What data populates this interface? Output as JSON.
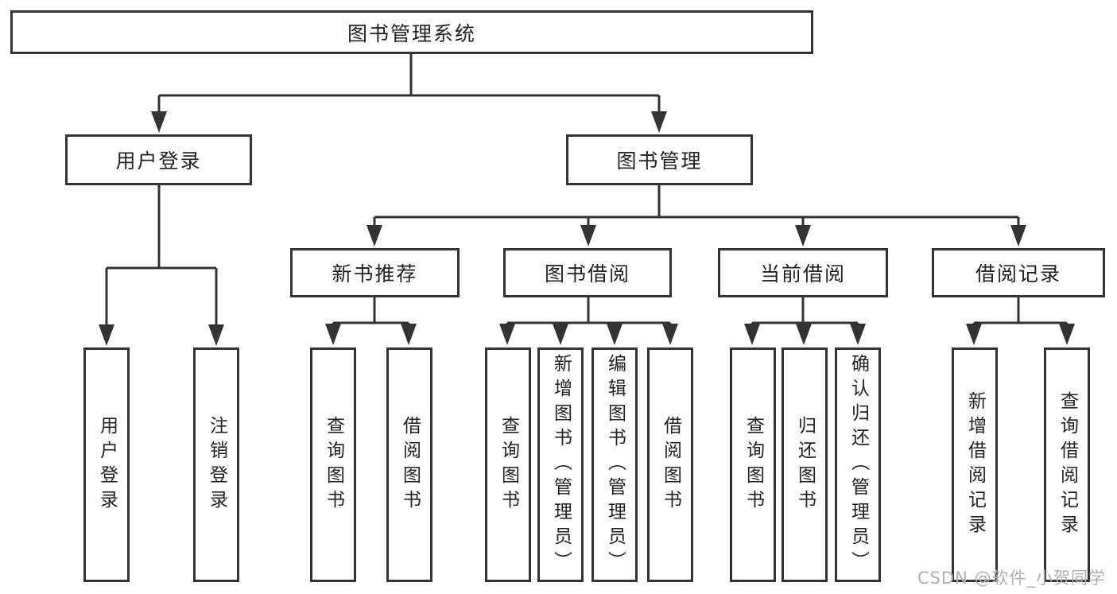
{
  "diagram": {
    "root": {
      "label": "图书管理系统"
    },
    "branches": [
      {
        "label": "用户登录",
        "children": [
          {
            "label": "用户登录"
          },
          {
            "label": "注销登录"
          }
        ]
      },
      {
        "label": "图书管理",
        "children": [
          {
            "label": "新书推荐",
            "children": [
              {
                "label": "查询图书"
              },
              {
                "label": "借阅图书"
              }
            ]
          },
          {
            "label": "图书借阅",
            "children": [
              {
                "label": "查询图书"
              },
              {
                "label": "新增图书（管理员）"
              },
              {
                "label": "编辑图书（管理员）"
              },
              {
                "label": "借阅图书"
              }
            ]
          },
          {
            "label": "当前借阅",
            "children": [
              {
                "label": "查询图书"
              },
              {
                "label": "归还图书"
              },
              {
                "label": "确认归还（管理员）"
              }
            ]
          },
          {
            "label": "借阅记录",
            "children": [
              {
                "label": "新增借阅记录"
              },
              {
                "label": "查询借阅记录"
              }
            ]
          }
        ]
      }
    ]
  },
  "watermark": {
    "text": "CSDN @软件_小贺同学"
  },
  "colors": {
    "line": "#333333",
    "text": "#222222",
    "watermark": "#b0b0b0",
    "background": "#ffffff"
  }
}
